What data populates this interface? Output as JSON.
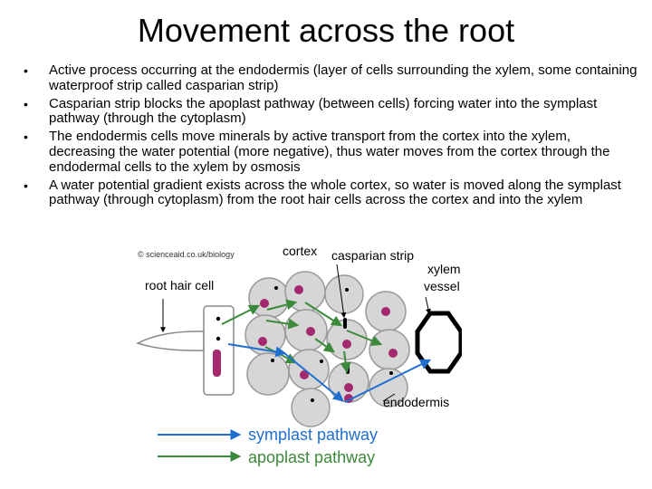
{
  "slide": {
    "title": "Movement across the root",
    "bullet_symbol": "•",
    "bullets": [
      "Active process occurring at the endodermis (layer of cells surrounding the xylem, some containing waterproof strip called casparian strip)",
      "Casparian strip blocks the apoplast pathway (between cells) forcing water into the symplast pathway (through the cytoplasm)",
      "The endodermis cells move minerals by active transport from the cortex into the xylem, decreasing the water potential (more negative), thus water moves from the cortex through the endodermal cells to the xylem by osmosis",
      "A water potential gradient exists across the whole cortex, so water is moved along the symplast pathway (through cytoplasm) from the root hair cells across the cortex and into the xylem"
    ]
  },
  "diagram": {
    "copyright": "© scienceaid.co.uk/biology",
    "labels": {
      "cortex": "cortex",
      "casparian_strip": "casparian strip",
      "xylem": "xylem",
      "vessel": "vessel",
      "root_hair_cell": "root hair cell",
      "endodermis": "endodermis"
    },
    "legend": {
      "symplast": "symplast pathway",
      "apoplast": "apoplast pathway"
    },
    "colors": {
      "symplast": "#3b8a3b",
      "apoplast": "#1f6fd0",
      "nucleus": "#a3286e",
      "cell_fill": "#d6d6d6",
      "cell_stroke": "#9a9a9a",
      "xylem_wall": "#000000"
    }
  }
}
